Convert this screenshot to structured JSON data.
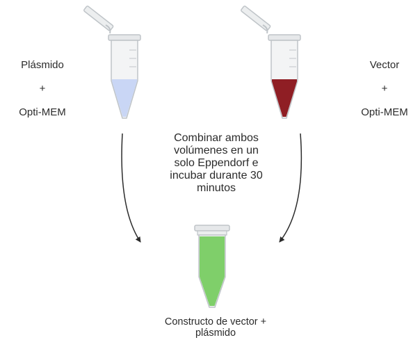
{
  "left_tube": {
    "label_lines": [
      "Plásmido",
      "+",
      "Opti-MEM"
    ],
    "liquid_color": "#c9d6f5"
  },
  "right_tube": {
    "label_lines": [
      "Vector",
      "+",
      "Opti-MEM"
    ],
    "liquid_color": "#8f1e24"
  },
  "instruction": {
    "lines": [
      "Combinar ambos",
      "volúmenes en un",
      "solo Eppendorf e",
      "incubar durante 30",
      "minutos"
    ]
  },
  "result_tube": {
    "label_lines": [
      "Constructo de vector +",
      "plásmido"
    ],
    "liquid_color": "#7fcf6a"
  },
  "colors": {
    "tube_outline": "#bfc4c8",
    "tube_body": "#f1f2f3",
    "arrow": "#2b2b2b"
  }
}
